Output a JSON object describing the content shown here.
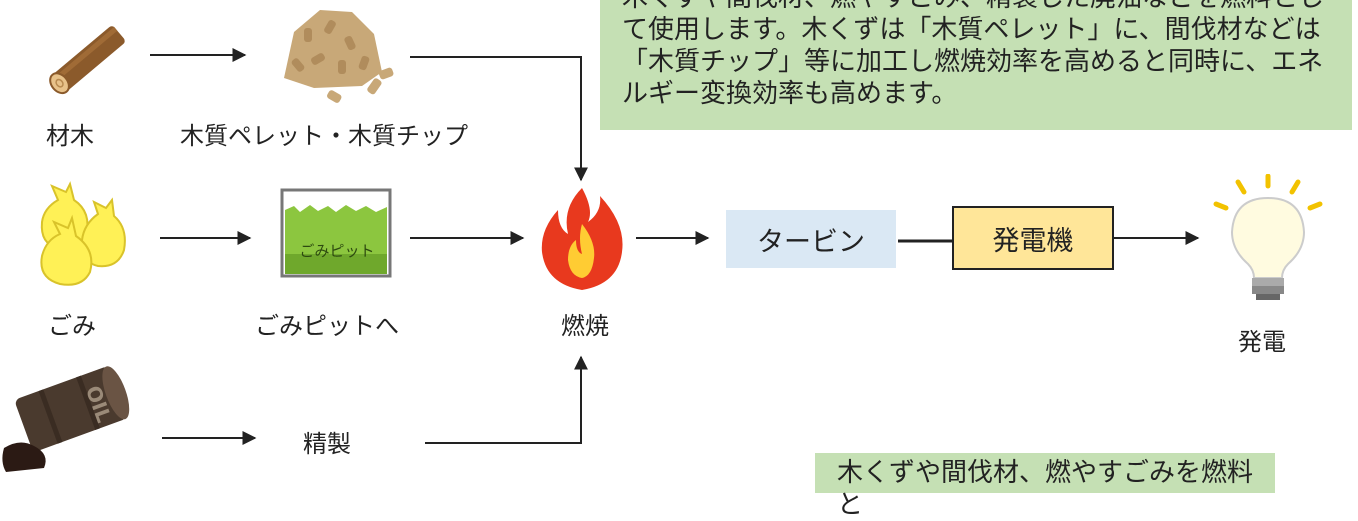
{
  "labels": {
    "wood": "材木",
    "pellet": "木質ペレット・木質チップ",
    "garbage": "ごみ",
    "pit": "ごみピットへ",
    "combustion": "燃焼",
    "refine": "精製",
    "generation": "発電"
  },
  "boxes": {
    "turbine": "タービン",
    "generator": "発電機"
  },
  "pit_sign": "ごみピット",
  "oil_drum_text": "OIL",
  "notes": {
    "top": "木くずや間伐材、燃やすごみ、精製した廃油などを燃料として使用します。木くずは「木質ペレット」に、間伐材などは「木質チップ」等に加工し燃焼効率を高めると同時に、エネルギー変換効率も高めます。",
    "bottom": "木くずや間伐材、燃やすごみを燃料と"
  },
  "colors": {
    "note_bg": "#c5e0b4",
    "turbine_bg": "#dae8f4",
    "generator_bg": "#ffe699",
    "generator_border": "#222222",
    "flame_outer": "#e8391e",
    "flame_inner": "#ffcc33",
    "bag": "#fff156",
    "pellet": "#c8a878",
    "wood": "#8b5a2b",
    "pit_green": "#8cc63f",
    "drum": "#4a3a2e",
    "bulb": "#fffbe0"
  }
}
